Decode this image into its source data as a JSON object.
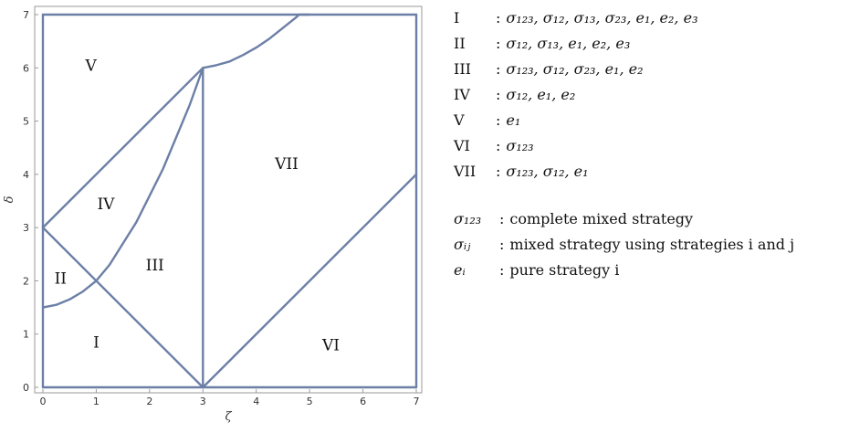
{
  "chart_data": {
    "type": "region-diagram",
    "xlabel": "ζ",
    "ylabel": "δ",
    "xlim": [
      0,
      7
    ],
    "ylim": [
      0,
      7
    ],
    "x_ticks": [
      "0",
      "1",
      "2",
      "3",
      "4",
      "5",
      "6",
      "7"
    ],
    "y_ticks": [
      "0",
      "1",
      "2",
      "3",
      "4",
      "5",
      "6",
      "7"
    ],
    "line_color": "#6c7fa6",
    "segments": [
      {
        "name": "segment-0-3-to-3-6",
        "points": [
          [
            0,
            3
          ],
          [
            3,
            6
          ]
        ]
      },
      {
        "name": "segment-0-3-to-3-0",
        "points": [
          [
            0,
            3
          ],
          [
            3,
            0
          ]
        ]
      },
      {
        "name": "segment-3-0-to-3-6",
        "points": [
          [
            3,
            0
          ],
          [
            3,
            6
          ]
        ]
      },
      {
        "name": "segment-3-0-to-7-4",
        "points": [
          [
            3,
            0
          ],
          [
            7,
            4
          ]
        ]
      },
      {
        "name": "segment-0-0-to-0-7",
        "points": [
          [
            0,
            0
          ],
          [
            0,
            7
          ]
        ]
      },
      {
        "name": "segment-0-7-to-7-7",
        "points": [
          [
            0,
            7
          ],
          [
            7,
            7
          ]
        ]
      },
      {
        "name": "segment-7-7-to-7-0",
        "points": [
          [
            7,
            7
          ],
          [
            7,
            0
          ]
        ]
      },
      {
        "name": "segment-7-0-to-0-0",
        "points": [
          [
            7,
            0
          ],
          [
            0,
            0
          ]
        ]
      }
    ],
    "curves": [
      {
        "name": "curve-lower",
        "points": [
          [
            0,
            1.5
          ],
          [
            0.25,
            1.55
          ],
          [
            0.5,
            1.65
          ],
          [
            0.75,
            1.8
          ],
          [
            1,
            2.0
          ],
          [
            1.25,
            2.3
          ],
          [
            1.5,
            2.7
          ],
          [
            1.75,
            3.1
          ],
          [
            2,
            3.6
          ],
          [
            2.25,
            4.1
          ],
          [
            2.5,
            4.7
          ],
          [
            2.75,
            5.3
          ],
          [
            3,
            6.0
          ]
        ]
      },
      {
        "name": "curve-upper",
        "points": [
          [
            3,
            6.0
          ],
          [
            3.25,
            6.05
          ],
          [
            3.5,
            6.12
          ],
          [
            3.75,
            6.24
          ],
          [
            4,
            6.38
          ],
          [
            4.25,
            6.55
          ],
          [
            4.5,
            6.75
          ],
          [
            4.75,
            6.95
          ],
          [
            4.8,
            7.0
          ],
          [
            5,
            7.0
          ]
        ]
      }
    ],
    "regions": [
      {
        "label": "I",
        "x": 1.0,
        "y": 0.85
      },
      {
        "label": "II",
        "x": 0.33,
        "y": 2.05
      },
      {
        "label": "III",
        "x": 2.1,
        "y": 2.3
      },
      {
        "label": "IV",
        "x": 1.18,
        "y": 3.45
      },
      {
        "label": "V",
        "x": 0.9,
        "y": 6.05
      },
      {
        "label": "VI",
        "x": 5.4,
        "y": 0.8
      },
      {
        "label": "VII",
        "x": 4.57,
        "y": 4.2
      }
    ]
  },
  "legend": {
    "regions": [
      {
        "key": "I",
        "value": "σ₁₂₃, σ₁₂, σ₁₃, σ₂₃, e₁, e₂, e₃"
      },
      {
        "key": "II",
        "value": "σ₁₂, σ₁₃, e₁, e₂, e₃"
      },
      {
        "key": "III",
        "value": "σ₁₂₃, σ₁₂, σ₂₃, e₁, e₂"
      },
      {
        "key": "IV",
        "value": "σ₁₂, e₁, e₂"
      },
      {
        "key": "V",
        "value": "e₁"
      },
      {
        "key": "VI",
        "value": "σ₁₂₃"
      },
      {
        "key": "VII",
        "value": "σ₁₂₃, σ₁₂, e₁"
      }
    ],
    "symbols": [
      {
        "key": "σ₁₂₃",
        "value": "complete mixed strategy"
      },
      {
        "key": "σᵢⱼ",
        "value": "mixed strategy using strategies i and j"
      },
      {
        "key": "eᵢ",
        "value": "pure strategy i"
      }
    ]
  }
}
